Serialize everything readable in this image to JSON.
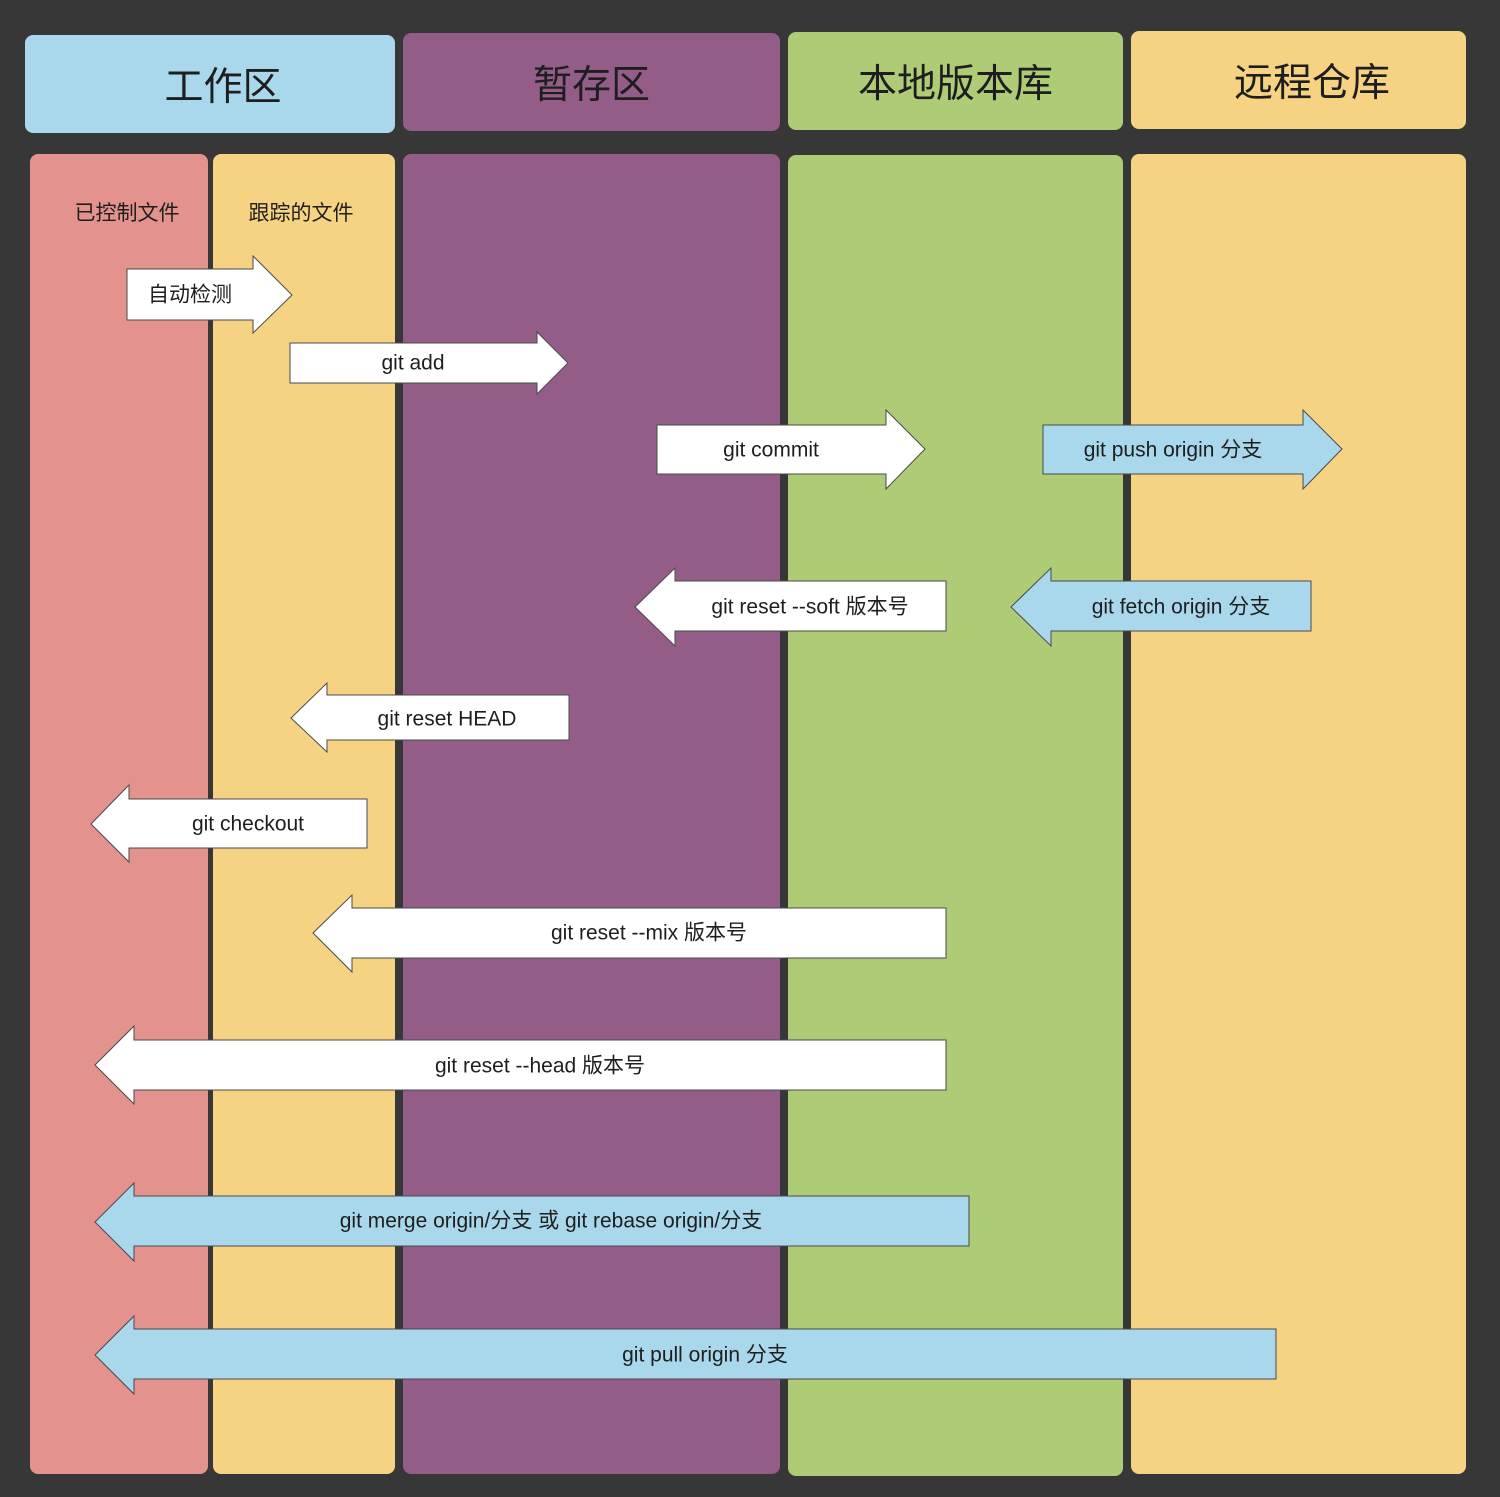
{
  "colors": {
    "background": "#373737",
    "workspace": "#a9d8ec",
    "staging": "#935d88",
    "local_repo": "#aecb76",
    "remote_repo": "#f6d382",
    "controlled_files": "#e3928d",
    "tracked_files": "#f6d382"
  },
  "headers": {
    "workspace": "工作区",
    "staging": "暂存区",
    "local_repo": "本地版本库",
    "remote_repo": "远程仓库"
  },
  "workspace_columns": {
    "controlled_files": "已控制文件",
    "tracked_files": "跟踪的文件"
  },
  "arrows": [
    {
      "label": "自动检测",
      "fill": "#ffffff"
    },
    {
      "label": "git add",
      "fill": "#ffffff"
    },
    {
      "label": "git commit",
      "fill": "#ffffff"
    },
    {
      "label": "git push origin 分支",
      "fill": "#a9d8ec"
    },
    {
      "label": "git reset --soft 版本号",
      "fill": "#ffffff"
    },
    {
      "label": "git fetch origin 分支",
      "fill": "#a9d8ec"
    },
    {
      "label": "git reset HEAD",
      "fill": "#ffffff"
    },
    {
      "label": "git checkout",
      "fill": "#ffffff"
    },
    {
      "label": "git reset --mix 版本号",
      "fill": "#ffffff"
    },
    {
      "label": "git reset --head 版本号",
      "fill": "#ffffff"
    },
    {
      "label": "git merge origin/分支 或 git rebase origin/分支",
      "fill": "#a9d8ec"
    },
    {
      "label": "git pull origin 分支",
      "fill": "#a9d8ec"
    }
  ]
}
